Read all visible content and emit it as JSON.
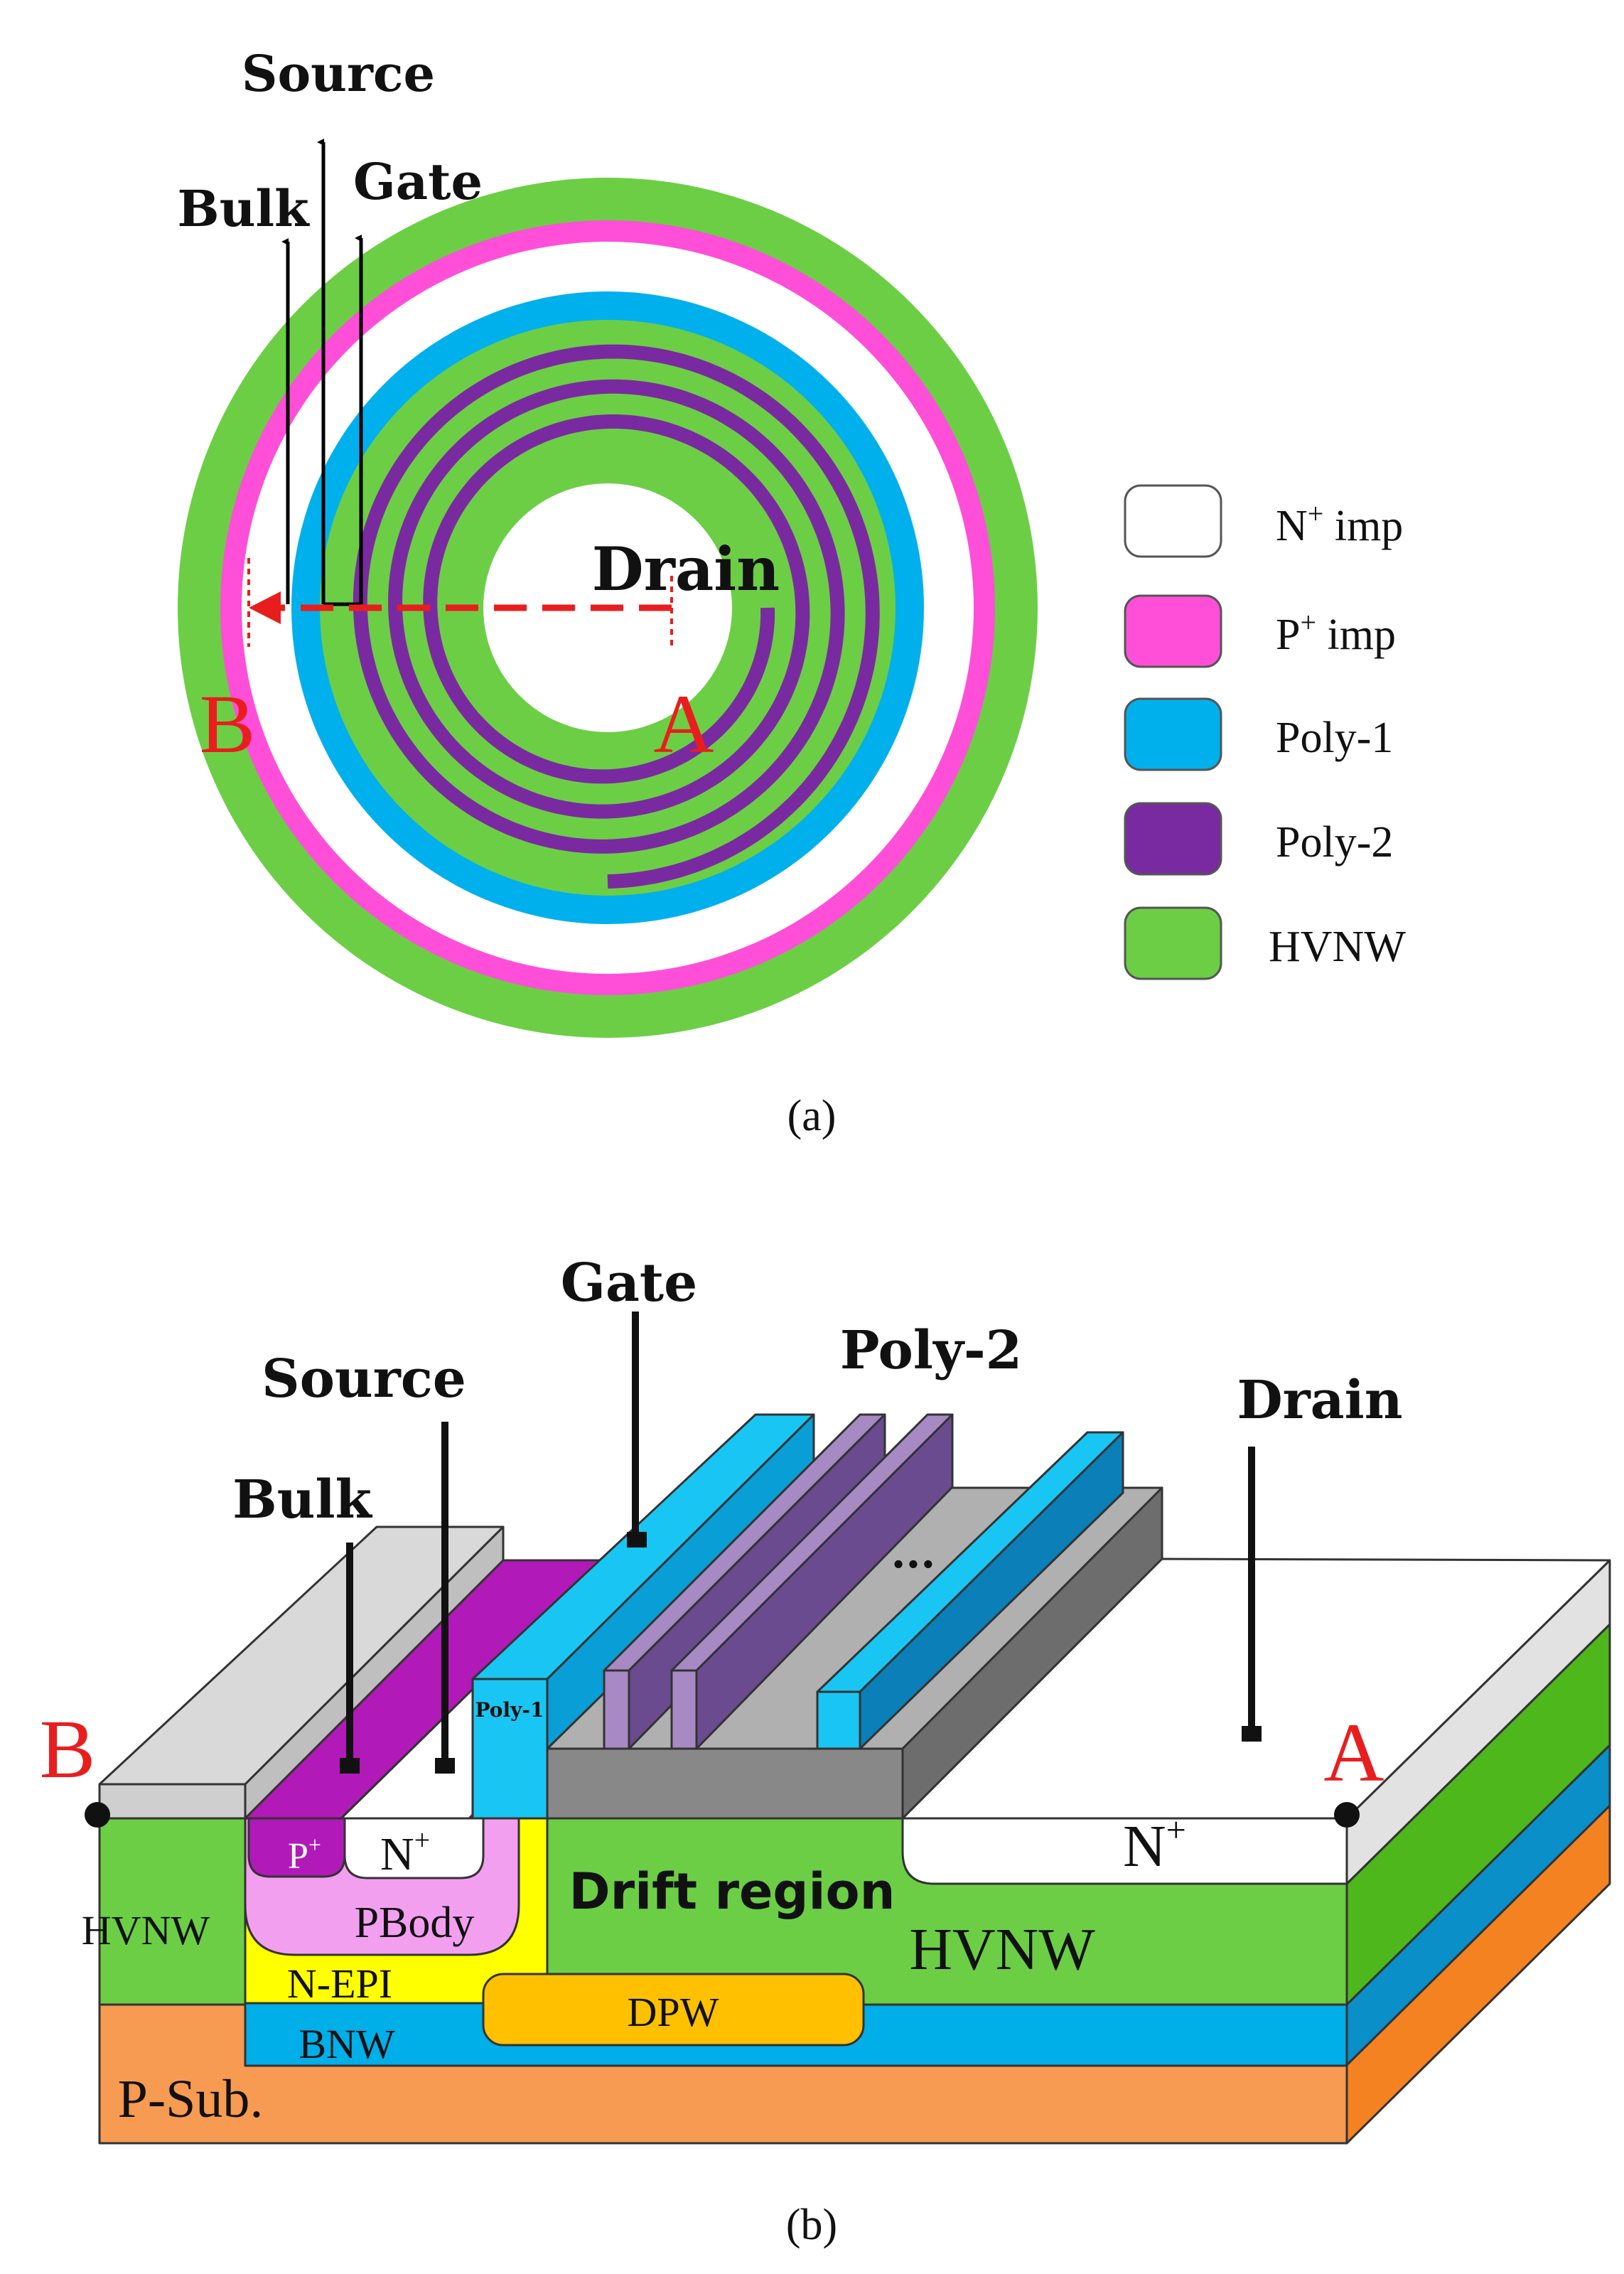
{
  "colors": {
    "n_plus": "#ffffff",
    "p_plus": "#ff4fd8",
    "poly1": "#00b0ec",
    "poly2": "#7a2aa0",
    "hvnw": "#6cce45",
    "red": "#e81e1e",
    "psub": "#f79a52",
    "bnw": "#00aee8",
    "n_epi": "#ffff00",
    "dpw": "#ffc000",
    "pbody": "#f39ff0",
    "pplus_region": "#b11ab8",
    "gray_ox": "#8c8c8c"
  },
  "panel_a": {
    "caption": "(a)",
    "terminals": {
      "source": "Source",
      "gate": "Gate",
      "bulk": "Bulk",
      "drain": "Drain"
    },
    "markers": {
      "a": "A",
      "b": "B"
    },
    "legend": [
      {
        "label_main": "N",
        "label_sup": "+",
        "label_tail": " imp",
        "color": "#ffffff",
        "icon": "white-swatch"
      },
      {
        "label_main": "P",
        "label_sup": "+",
        "label_tail": " imp",
        "color": "#ff4fd8",
        "icon": "pink-swatch"
      },
      {
        "label_main": "Poly-1",
        "label_sup": "",
        "label_tail": "",
        "color": "#00b0ec",
        "icon": "blue-swatch"
      },
      {
        "label_main": "Poly-2",
        "label_sup": "",
        "label_tail": "",
        "color": "#7a2aa0",
        "icon": "purple-swatch"
      },
      {
        "label_main": "HVNW",
        "label_sup": "",
        "label_tail": "",
        "color": "#6cce45",
        "icon": "green-swatch"
      }
    ]
  },
  "panel_b": {
    "caption": "(b)",
    "terminals": {
      "gate": "Gate",
      "poly2": "Poly-2",
      "source": "Source",
      "drain": "Drain",
      "bulk": "Bulk"
    },
    "markers": {
      "a": "A",
      "b": "B"
    },
    "ellipsis": "...",
    "regions": {
      "poly1": "Poly-1",
      "p_plus_main": "P",
      "p_plus_sup": "+",
      "n_plus_main": "N",
      "n_plus_sup": "+",
      "pbody": "PBody",
      "hvnw_left": "HVNW",
      "n_epi": "N-EPI",
      "bnw": "BNW",
      "psub": "P-Sub.",
      "drift": "Drift region",
      "hvnw_right": "HVNW",
      "dpw": "DPW",
      "n_plus_drain_main": "N",
      "n_plus_drain_sup": "+"
    }
  }
}
